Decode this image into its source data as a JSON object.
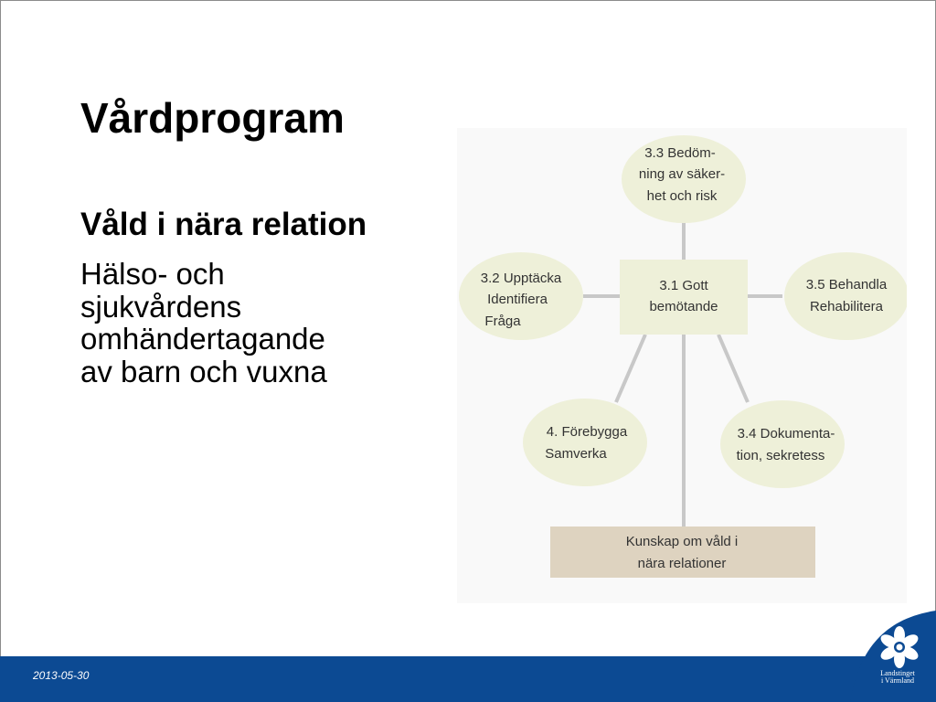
{
  "slide": {
    "title": "Vårdprogram",
    "subtitle": "Våld i nära relation",
    "body": "Hälso- och\nsjukvårdens\nomhändertagande\nav barn och vuxna"
  },
  "diagram": {
    "center": [
      "3.1 Gott",
      "bemötande"
    ],
    "top": [
      "3.3 Bedöm-",
      "ning av säker-",
      "het och risk"
    ],
    "left": [
      "3.2 Upptäcka",
      "Identifiera",
      "Fråga"
    ],
    "right": [
      "3.5 Behandla",
      "Rehabilitera"
    ],
    "bottom_left": [
      "4. Förebygga",
      "Samverka"
    ],
    "bottom_right": [
      "3.4 Dokumenta-",
      "tion, sekretess"
    ],
    "base": [
      "Kunskap om våld i",
      "nära relationer"
    ],
    "colors": {
      "ellipse_fill": "#eef0d9",
      "center_fill": "#eef0d9",
      "base_fill": "#ded3c0",
      "line": "#c8c8c8",
      "panel": "#f9f9f9"
    }
  },
  "footer": {
    "date": "2013-05-30",
    "logo_text": "Landstinget\ni Värmland",
    "bar_color": "#0c4a93"
  },
  "icons": {
    "logo": "flower-star-icon"
  }
}
